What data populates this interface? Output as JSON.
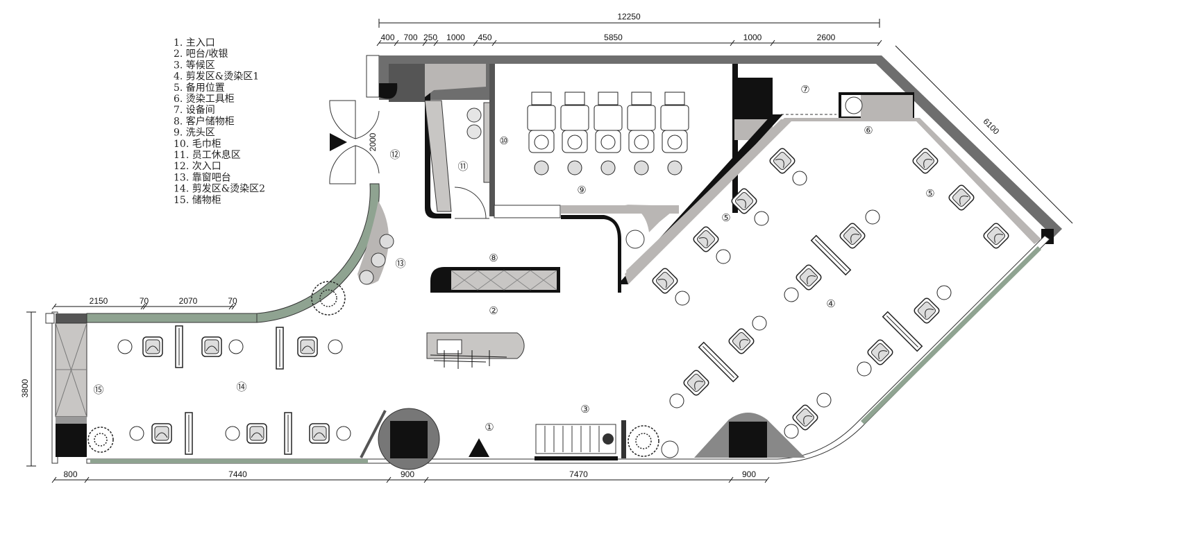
{
  "legend": [
    "1. 主入口",
    "2. 吧台/收银",
    "3. 等候区",
    "4. 剪发区&烫染区1",
    "5. 备用位置",
    "6. 烫染工具柜",
    "7. 设备间",
    "8. 客户储物柜",
    "9. 洗头区",
    "10. 毛巾柜",
    "11. 员工休息区",
    "12. 次入口",
    "13. 靠窗吧台",
    "14. 剪发区&烫染区2",
    "15. 储物柜"
  ],
  "dimensions": {
    "top_total": "12250",
    "top_segments": [
      "400",
      "700",
      "250",
      "1000",
      "450",
      "5850",
      "1000",
      "2600"
    ],
    "right_diagonal": "6100",
    "door_width": "2000",
    "left_segments": [
      "2150",
      "70",
      "2070",
      "70"
    ],
    "left_height": "3800",
    "bottom_segments": [
      "800",
      "7440",
      "900",
      "7470",
      "900"
    ]
  },
  "zones": [
    "①",
    "②",
    "③",
    "④",
    "⑤",
    "⑤",
    "⑥",
    "⑦",
    "⑧",
    "⑨",
    "⑩",
    "⑪",
    "⑫",
    "⑬",
    "⑭",
    "⑮"
  ]
}
